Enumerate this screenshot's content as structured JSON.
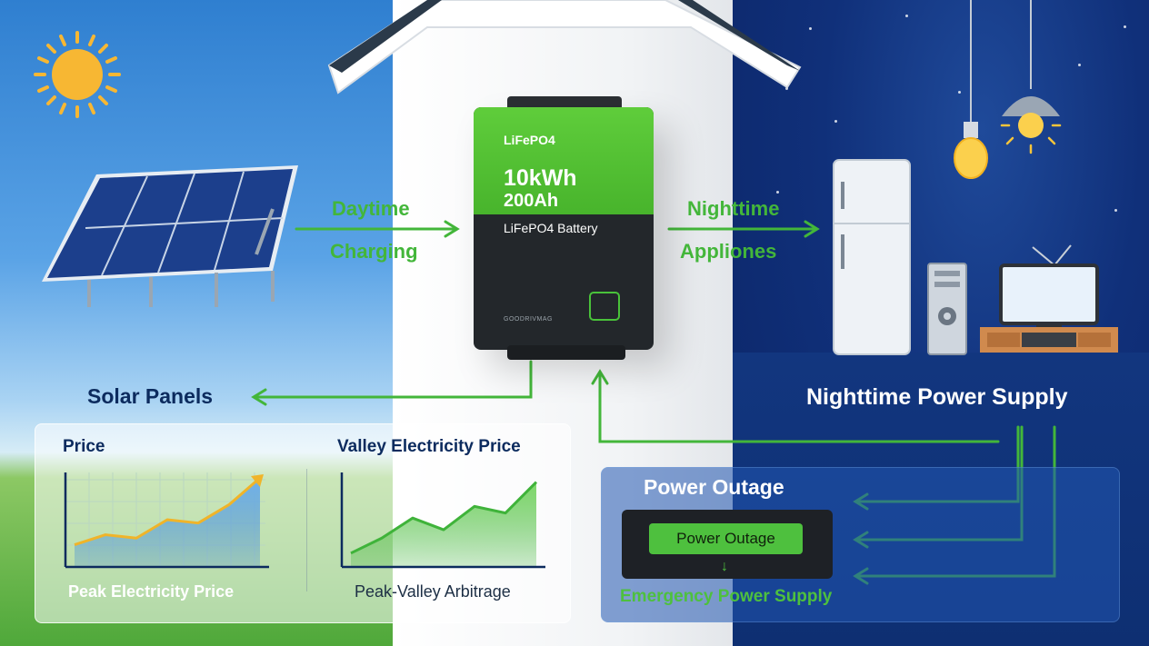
{
  "battery": {
    "brand_label": "LiFePO4",
    "capacity_kwh": "10kWh",
    "capacity_ah": "200Ah",
    "type_label": "LiFePO4 Battery",
    "model_text": "GOODRIVMAG"
  },
  "flows": {
    "charging_line1": "Daytime",
    "charging_line2": "Charging",
    "appliances_line1": "Nighttime",
    "appliances_line2": "Appliones"
  },
  "labels": {
    "solar_panels": "Solar Panels",
    "nighttime_supply": "Nighttime Power Supply"
  },
  "arbitrage": {
    "left_title": "Price",
    "left_caption": "Peak Electricity Price",
    "right_title": "Valley Electricity Price",
    "right_caption": "Peak-Valley Arbitrage"
  },
  "outage": {
    "title": "Power Outage",
    "button_label": "Power Outage",
    "arrow_glyph": "↓",
    "caption": "Emergency Power Supply"
  },
  "icons": [
    "sun-icon",
    "solar-panel-icon",
    "battery-icon",
    "refrigerator-icon",
    "pc-tower-icon",
    "tv-icon",
    "pendant-lamp-icon",
    "bulb-icon"
  ],
  "colors": {
    "flow_green": "#43b63a",
    "day_sky": "#5aa3e6",
    "night_sky": "#10307a",
    "battery_green": "#5fcd3b",
    "title_navy": "#0c2b5e"
  },
  "chart_data": [
    {
      "type": "area",
      "title": "Price",
      "series": [
        {
          "values": [
            0.2,
            0.32,
            0.28,
            0.5,
            0.46,
            0.68,
            1.0
          ]
        }
      ],
      "x": [
        0,
        1,
        2,
        3,
        4,
        5,
        6
      ]
    },
    {
      "type": "area",
      "title": "Valley Electricity Price",
      "series": [
        {
          "values": [
            0.1,
            0.28,
            0.52,
            0.38,
            0.66,
            0.58,
            0.95
          ]
        }
      ],
      "x": [
        0,
        1,
        2,
        3,
        4,
        5,
        6
      ]
    }
  ]
}
